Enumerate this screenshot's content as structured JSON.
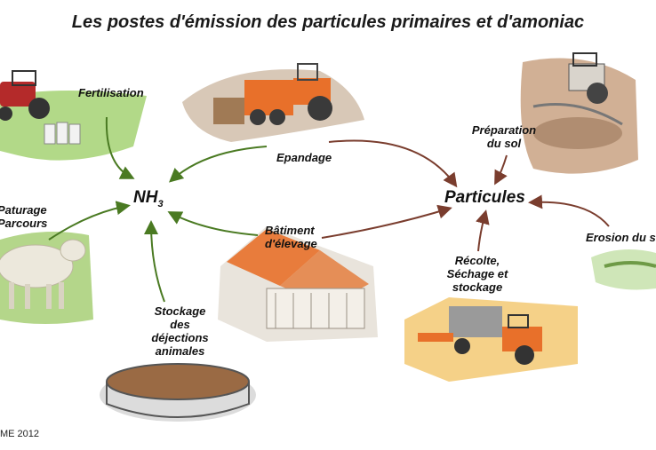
{
  "title": "Les postes d'émission des particules primaires et d'amoniac",
  "hubs": {
    "nh3_main": "NH",
    "nh3_sub": "3",
    "particules": "Particules"
  },
  "sources": {
    "fertilisation": "Fertilisation",
    "epandage": "Epandage",
    "paturage_line1": "Paturage",
    "paturage_line2": "Parcours",
    "batiment_line1": "Bâtiment",
    "batiment_line2": "d'élevage",
    "stockage_line1": "Stockage",
    "stockage_line2": "des",
    "stockage_line3": "déjections",
    "stockage_line4": "animales",
    "preparation_line1": "Préparation",
    "preparation_line2": "du sol",
    "recolte_line1": "Récolte,",
    "recolte_line2": "Séchage et",
    "recolte_line3": "stockage",
    "erosion": "Erosion du sol"
  },
  "credit": "ME 2012",
  "colors": {
    "nh3_arrow": "#4a7a22",
    "particle_arrow": "#7a3d2e",
    "field_green": "#8fc15a",
    "tractor_orange": "#e8702a",
    "soil_brown": "#b8906a"
  }
}
